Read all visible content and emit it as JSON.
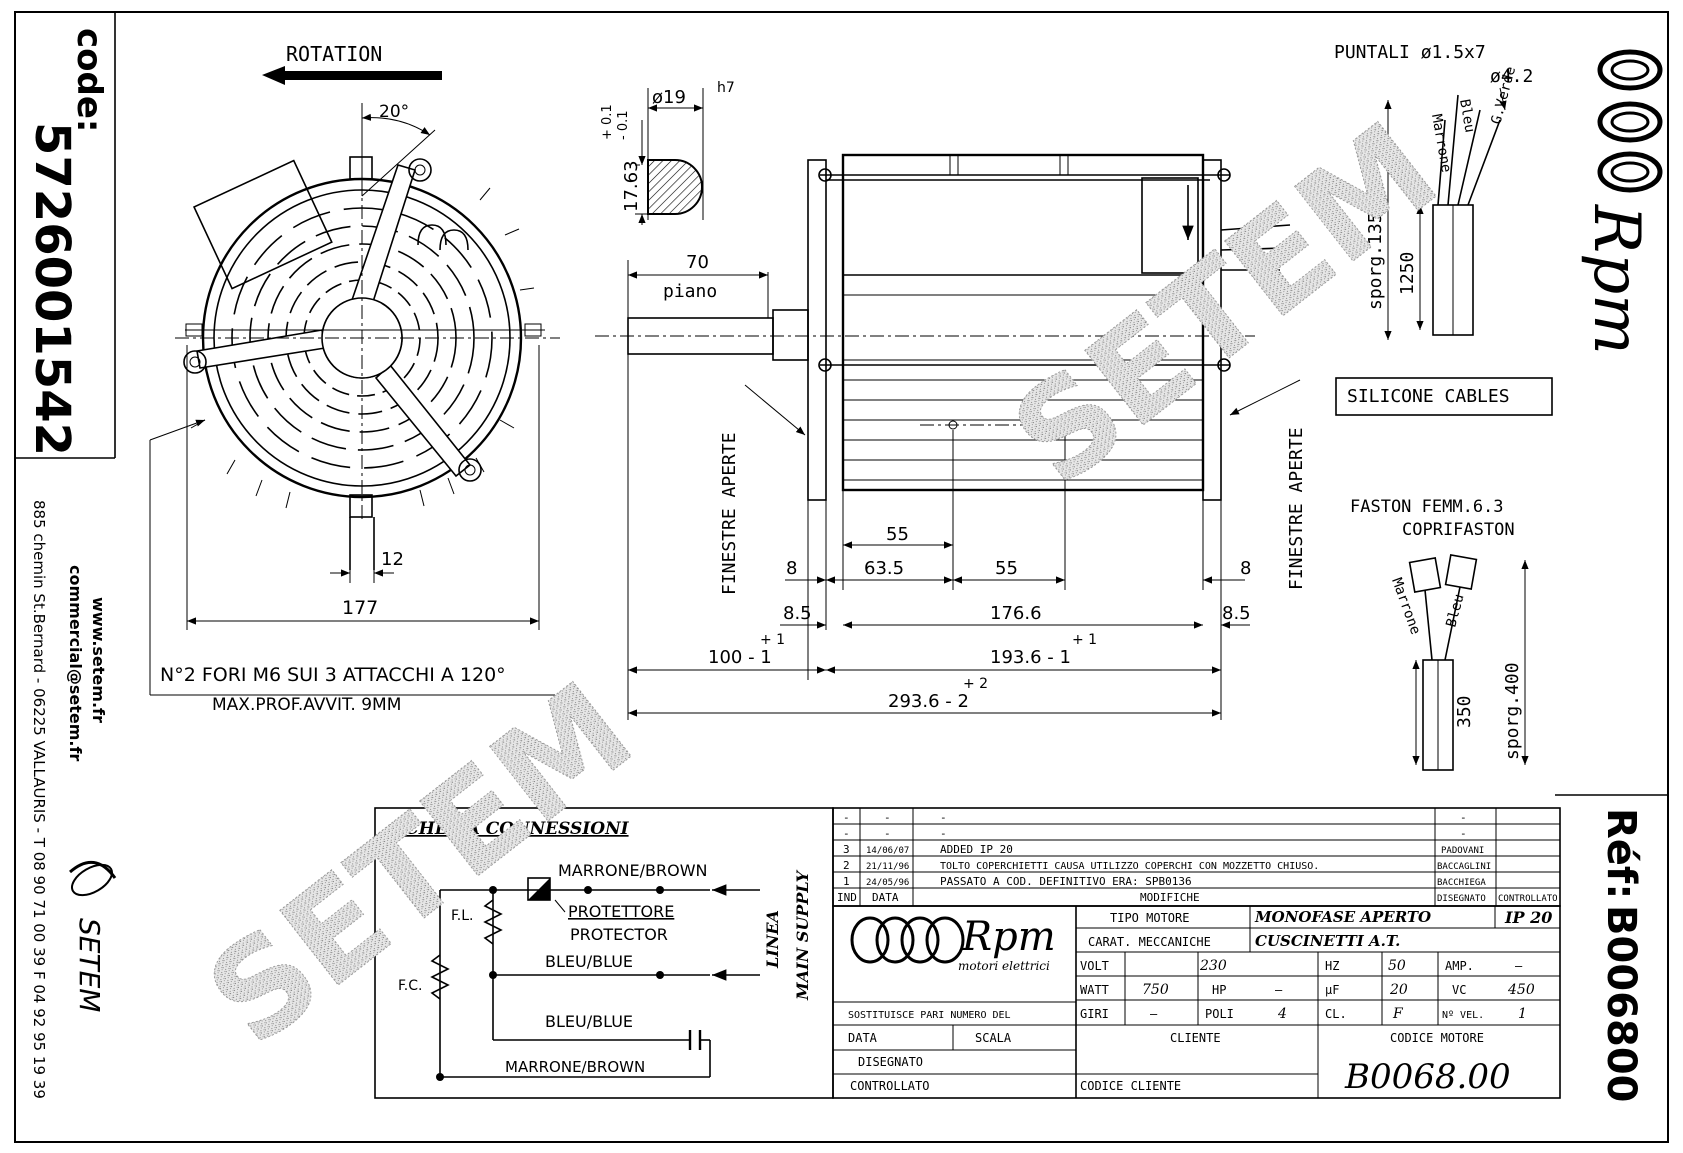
{
  "side_panel": {
    "code_label": "code:",
    "code_value": "5726001542",
    "website": "www.setem.fr",
    "email": "commercial@setem.fr",
    "address": "885 chemin St.Bernard - 06225 VALLAURIS - T 08 90 71 00 39  F 04 92 95 19 39",
    "brand": "SETEM"
  },
  "watermark": "SETEM",
  "front_view": {
    "rotation_label": "ROTATION",
    "angle": "20°",
    "dim_12": "12",
    "dim_177": "177",
    "note_line1": "N°2 FORI M6 SUI 3 ATTACCHI A 120°",
    "note_line2": "MAX.PROF.AVVIT. 9MM"
  },
  "shaft_detail": {
    "diameter": "ø19",
    "fit": "h7",
    "tol_upper": "+ 0.1",
    "tol_lower": "- 0.1",
    "value": "17.63"
  },
  "side_view": {
    "dim_70": "70",
    "piano": "piano",
    "finestre_left": "FINESTRE APERTE",
    "finestre_right": "FINESTRE APERTE",
    "dim_55_top": "55",
    "dim_8_left": "8",
    "dim_63_5": "63.5",
    "dim_55_bottom": "55",
    "dim_8_right": "8",
    "dim_8_5_left": "8.5",
    "dim_176_6": "176.6",
    "dim_8_5_right": "8.5",
    "dim_100_tol_up": "+ 1",
    "dim_100": "100 - 1",
    "dim_193_tol_up": "+ 1",
    "dim_193": "193.6 - 1",
    "dim_293_tol_up": "+ 2",
    "dim_293": "293.6 - 2"
  },
  "cables": {
    "puntali": "PUNTALI ø1.5x7",
    "dia_4_2": "ø4.2",
    "wire_marrone": "Marrone",
    "wire_bleu": "Bleu",
    "wire_giallo_verde": "G.Verde",
    "sporg_1350": "sporg.1350",
    "len_1250": "1250",
    "silicone": "SILICONE CABLES",
    "faston": "FASTON FEMM.6.3",
    "coprifaston": "COPRIFASTON",
    "wire2_marrone": "Marrone",
    "wire2_bleu": "Bleu",
    "len_350": "350",
    "sporg_400": "sporg.400"
  },
  "logo": {
    "rpm": "Rpm",
    "ref_label": "Réf:",
    "ref_value": "B006800"
  },
  "schema": {
    "title": "SCHEMA CONNESSIONI",
    "marrone_brown": "MARRONE/BROWN",
    "protettore": "PROTETTORE",
    "protector": "PROTECTOR",
    "fl": "F.L.",
    "fc": "F.C.",
    "bleu_blue": "BLEU/BLUE",
    "bleu_blue_2": "BLEU/BLUE",
    "marrone_brown_2": "MARRONE/BROWN",
    "linea": "LINEA",
    "main_supply": "MAIN SUPPLY"
  },
  "revisions": [
    {
      "ind": "-",
      "date": "-",
      "text": "-",
      "by": "-"
    },
    {
      "ind": "-",
      "date": "-",
      "text": "-",
      "by": "-"
    },
    {
      "ind": "3",
      "date": "14/06/07",
      "text": "ADDED IP 20",
      "by": "PADOVANI"
    },
    {
      "ind": "2",
      "date": "21/11/96",
      "text": "TOLTO COPERCHIETTI CAUSA UTILIZZO COPERCHI CON MOZZETTO CHIUSO.",
      "by": "BACCAGLINI"
    },
    {
      "ind": "1",
      "date": "24/05/96",
      "text": "PASSATO A COD. DEFINITIVO ERA: SPB0136",
      "by": "BACCHIEGA"
    }
  ],
  "rev_header": {
    "ind": "IND",
    "date": "DATA",
    "modifiche": "MODIFICHE",
    "disegnato": "DISEGNATO",
    "controllato": "CONTROLLATO"
  },
  "title_block": {
    "rpm": "Rpm",
    "motori": "motori elettrici",
    "tipo_motore_label": "TIPO MOTORE",
    "tipo_motore": "MONOFASE APERTO",
    "ip": "IP 20",
    "carat_label": "CARAT. MECCANICHE",
    "carat": "CUSCINETTI A.T.",
    "volt_label": "VOLT",
    "volt": "230",
    "hz_label": "HZ",
    "hz": "50",
    "amp_label": "AMP.",
    "amp": "—",
    "watt_label": "WATT",
    "watt": "750",
    "hp_label": "HP",
    "hp": "—",
    "uf_label": "µF",
    "uf": "20",
    "vc_label": "VC",
    "vc": "450",
    "giri_label": "GIRI",
    "giri": "—",
    "poli_label": "POLI",
    "poli": "4",
    "cl_label": "CL.",
    "cl": "F",
    "vel_label": "Nº VEL.",
    "vel": "1",
    "sostituisce": "SOSTITUISCE PARI NUMERO DEL",
    "data": "DATA",
    "scala": "SCALA",
    "disegnato": "DISEGNATO",
    "controllato": "CONTROLLATO",
    "cliente": "CLIENTE",
    "codice_cliente": "CODICE CLIENTE",
    "codice_motore_label": "CODICE MOTORE",
    "codice_motore": "B0068.00"
  }
}
